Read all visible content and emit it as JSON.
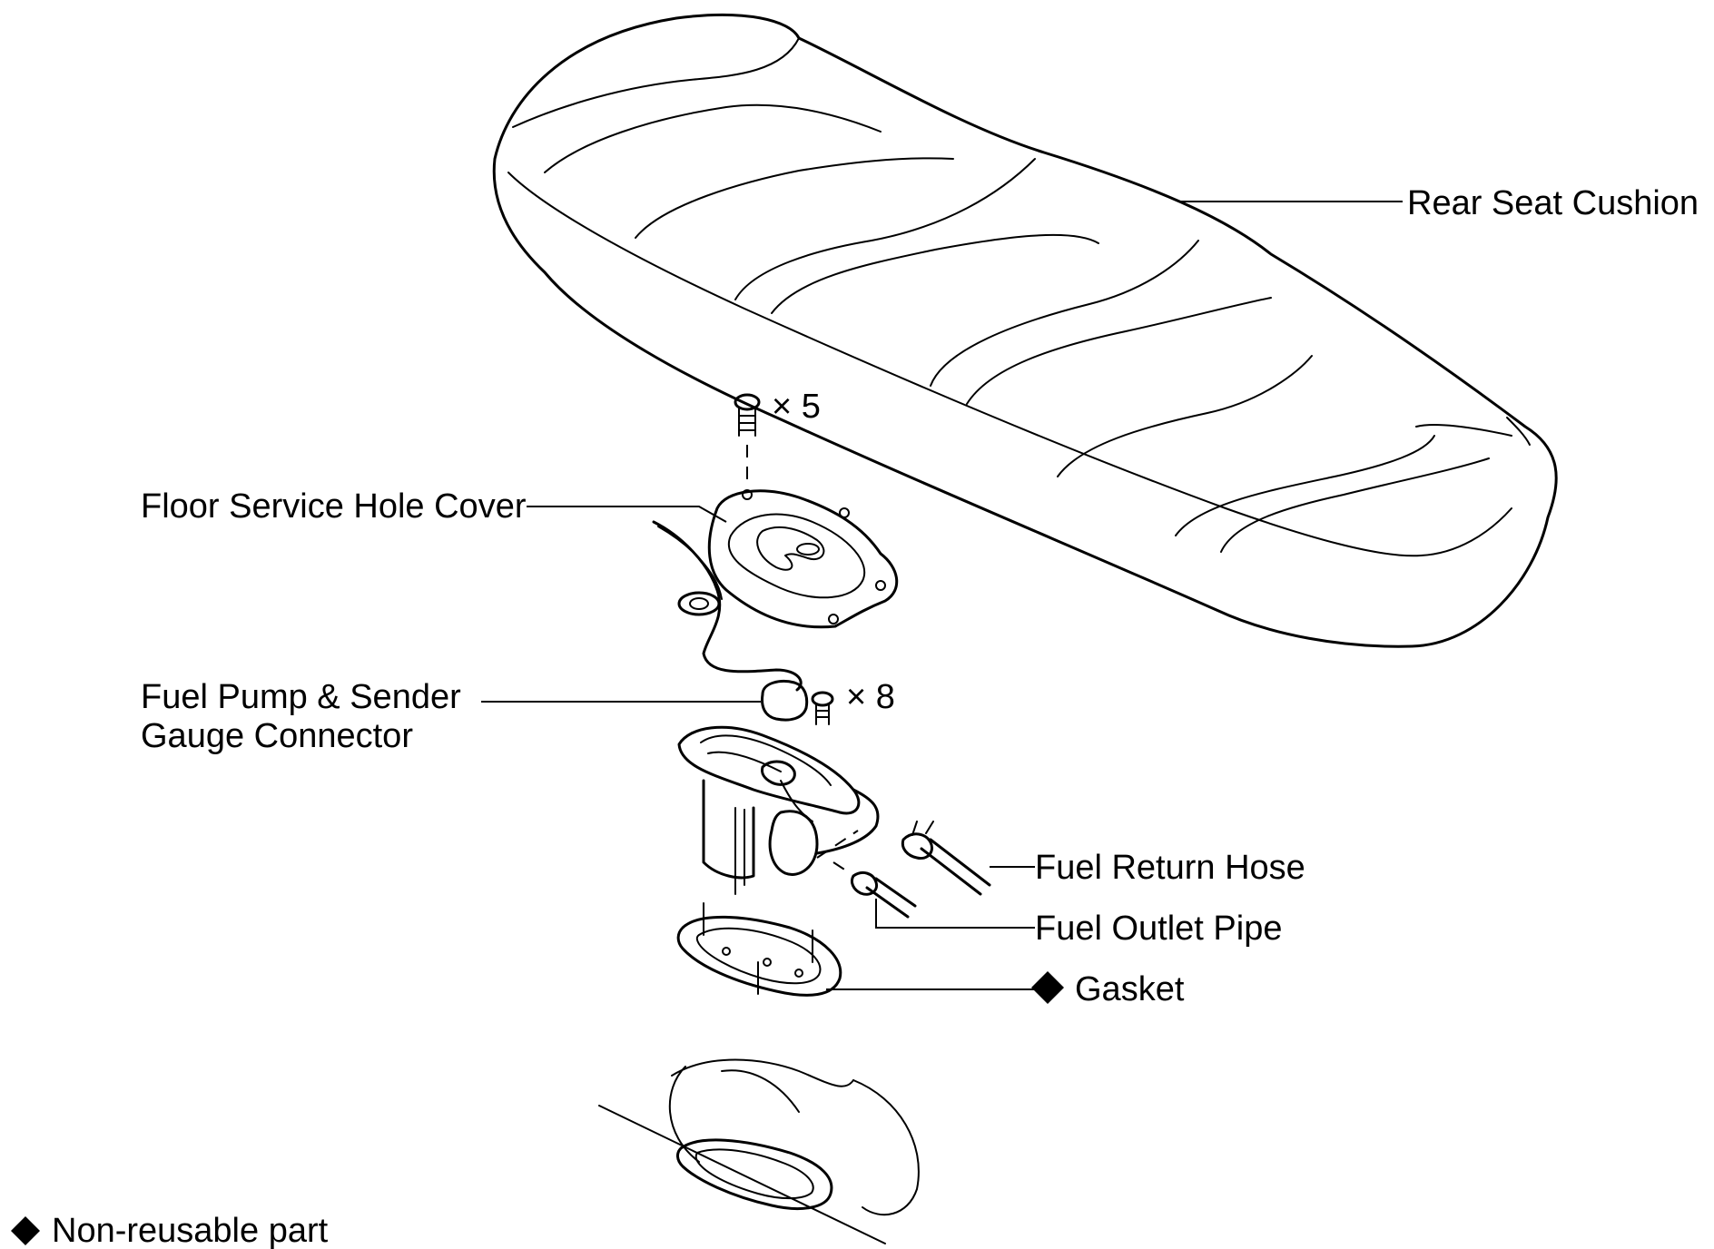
{
  "parts": {
    "rear_seat_cushion": "Rear Seat Cushion",
    "bolt_qty_cover": "× 5",
    "floor_service_hole_cover": "Floor Service Hole Cover",
    "connector_line1": "Fuel Pump & Sender",
    "connector_line2": "Gauge Connector",
    "bolt_qty_pump": "× 8",
    "fuel_return_hose": "Fuel Return Hose",
    "fuel_outlet_pipe": "Fuel Outlet Pipe",
    "gasket": "Gasket"
  },
  "legend": {
    "note": "Non-reusable part"
  },
  "icons": {
    "non_reusable_marker": "black-diamond-icon"
  }
}
